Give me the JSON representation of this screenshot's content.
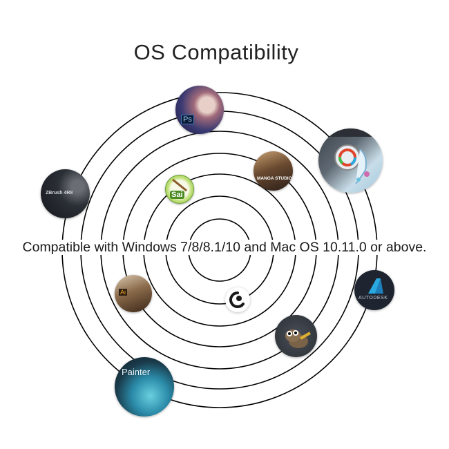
{
  "title": "OS Compatibility",
  "caption": "Compatible with Windows 7/8/8.1/10 and Mac OS 10.11.0 or above.",
  "apps": [
    {
      "name": "photoshop",
      "label": "Ps"
    },
    {
      "name": "krita",
      "label": ""
    },
    {
      "name": "zbrush",
      "label": "ZBrush 4R8"
    },
    {
      "name": "paint-tool-sai",
      "label": "Sai"
    },
    {
      "name": "manga-studio",
      "label": "MANGA STUDIO"
    },
    {
      "name": "illustrator",
      "label": "Ai"
    },
    {
      "name": "clip-studio",
      "label": ""
    },
    {
      "name": "autodesk",
      "label": "AUTODESK"
    },
    {
      "name": "gimp",
      "label": ""
    },
    {
      "name": "painter",
      "label": "Painter"
    }
  ],
  "colors": {
    "ring": "#000000",
    "background": "#ffffff",
    "text": "#222222"
  }
}
